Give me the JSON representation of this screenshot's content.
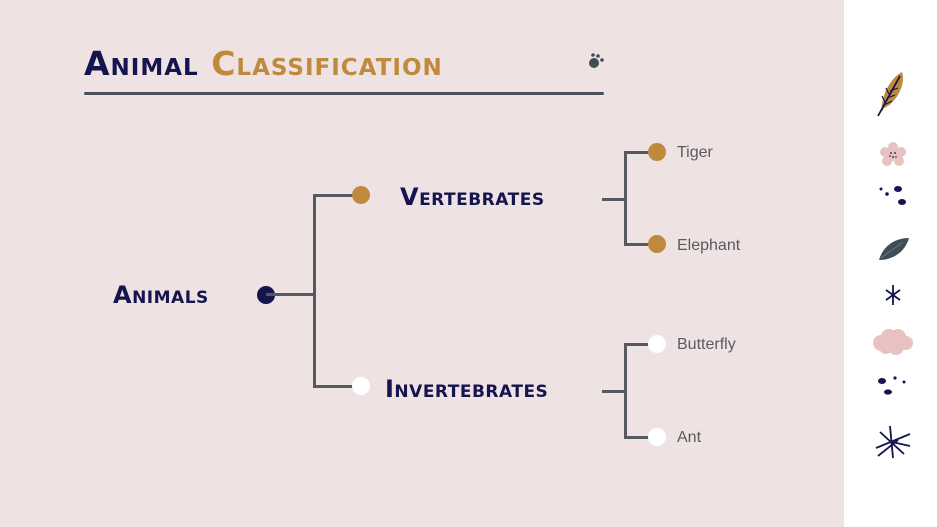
{
  "title": {
    "part1": "Animal",
    "part2": "Classification"
  },
  "tree": {
    "root": {
      "label": "Animals",
      "dot_color": "#14144e"
    },
    "branches": [
      {
        "label": "Vertebrates",
        "dot_color": "#c08a3c",
        "leaves": [
          {
            "label": "Tiger",
            "dot_color": "#c08a3c"
          },
          {
            "label": "Elephant",
            "dot_color": "#c08a3c"
          }
        ]
      },
      {
        "label": "Invertebrates",
        "dot_color": "#ffffff",
        "leaves": [
          {
            "label": "Butterfly",
            "dot_color": "#ffffff"
          },
          {
            "label": "Ant",
            "dot_color": "#ffffff"
          }
        ]
      }
    ]
  },
  "colors": {
    "background": "#efe2e2",
    "navy": "#14144e",
    "gold": "#c08a3c",
    "line": "#555a60",
    "pink": "#e8c2c0",
    "slate": "#3f4d55"
  },
  "decorations": [
    "leaf-branch-icon",
    "flower-icon",
    "dots-icon",
    "leaf-icon",
    "asterisk-icon",
    "cloud-icon",
    "dots-icon",
    "starburst-icon"
  ]
}
